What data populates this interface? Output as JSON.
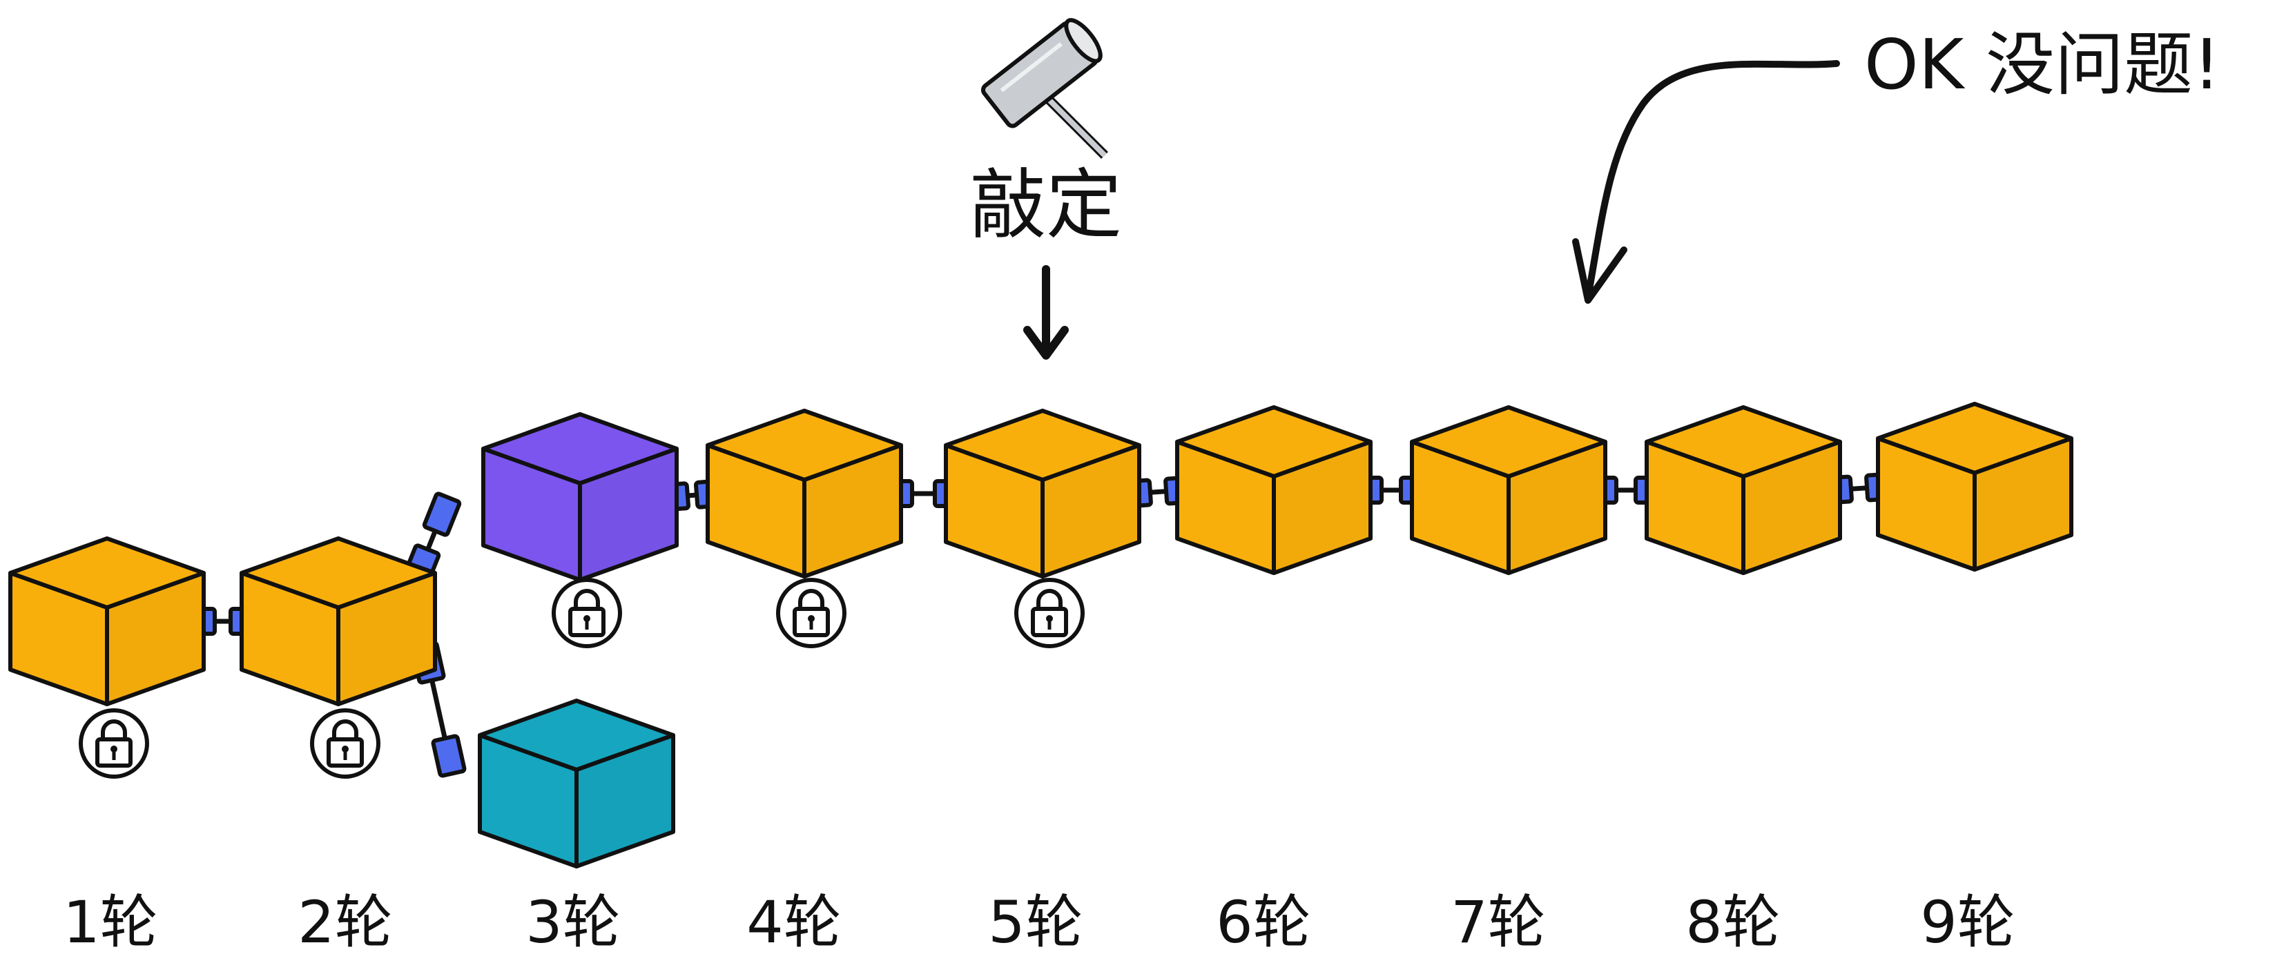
{
  "rounds": [
    {
      "label": "1轮",
      "locked": true,
      "color": "#F9AF0B"
    },
    {
      "label": "2轮",
      "locked": true,
      "color": "#F9AF0B"
    },
    {
      "label": "3轮",
      "locked": true,
      "color": "#7B55EE",
      "fork_color": "#16A6BF"
    },
    {
      "label": "4轮",
      "locked": true,
      "color": "#F9AF0B"
    },
    {
      "label": "5轮",
      "locked": true,
      "color": "#F9AF0B"
    },
    {
      "label": "6轮",
      "locked": false,
      "color": "#F9AF0B"
    },
    {
      "label": "7轮",
      "locked": false,
      "color": "#F9AF0B"
    },
    {
      "label": "8轮",
      "locked": false,
      "color": "#F9AF0B"
    },
    {
      "label": "9轮",
      "locked": false,
      "color": "#F9AF0B"
    }
  ],
  "finalize": {
    "label": "敲定",
    "icon": "hammer-icon",
    "target_round": "5轮"
  },
  "note": {
    "label": "OK 没问题!",
    "target_round": "7轮"
  },
  "colors": {
    "link": "#4F6CF0",
    "outline": "#111111",
    "hammer": "#C9CDD1"
  }
}
